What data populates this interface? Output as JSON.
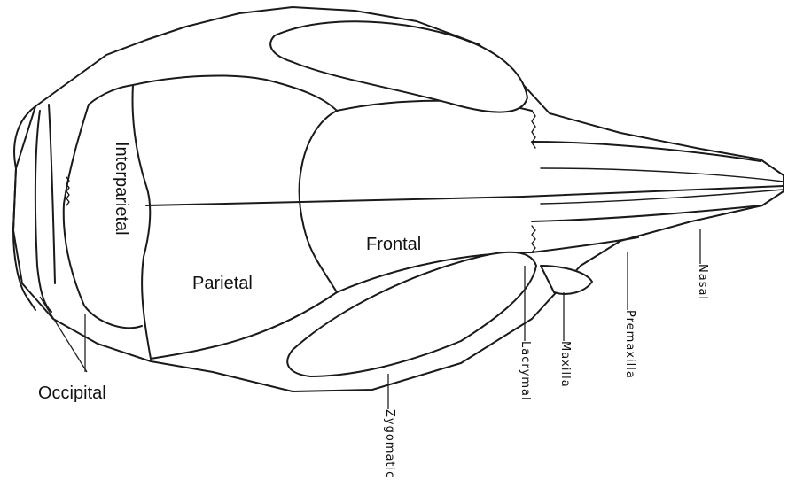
{
  "diagram": {
    "labels": {
      "interparietal": "Interparietal",
      "frontal": "Frontal",
      "parietal": "Parietal",
      "occipital": "Occipital",
      "nasal": "Nasal",
      "premaxilla": "Premaxilla",
      "maxilla": "Maxilla",
      "lacrymal": "Lacrymal",
      "zygomatic": "Zygomatic"
    },
    "colors": {
      "ink": "#1a1a1a",
      "background": "#ffffff"
    }
  }
}
